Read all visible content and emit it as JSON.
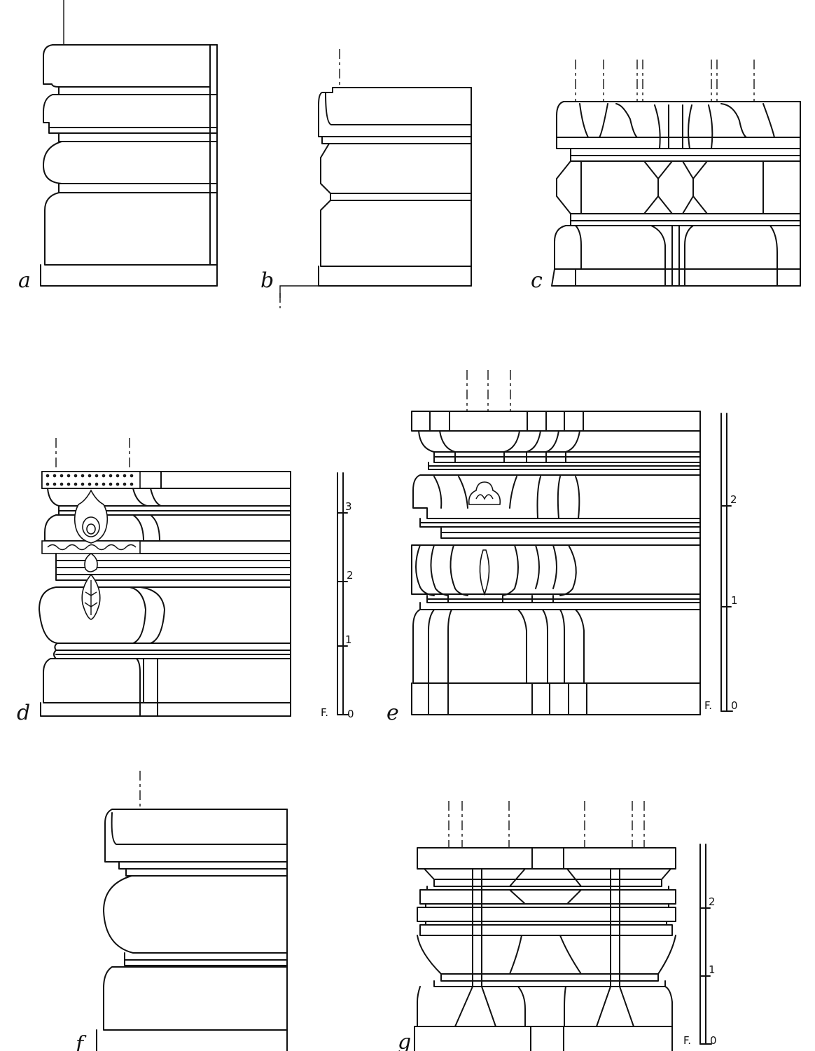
{
  "figures": [
    {
      "id": "a",
      "label": "a"
    },
    {
      "id": "b",
      "label": "b"
    },
    {
      "id": "c",
      "label": "c"
    },
    {
      "id": "d",
      "label": "d"
    },
    {
      "id": "e",
      "label": "e"
    },
    {
      "id": "f",
      "label": "f"
    },
    {
      "id": "g",
      "label": "g"
    }
  ],
  "scales": [
    {
      "id": "d",
      "prefix": "F.",
      "zero": "0",
      "ticks": [
        "1",
        "2",
        "3"
      ]
    },
    {
      "id": "e",
      "prefix": "F.",
      "zero": "0",
      "ticks": [
        "1",
        "2"
      ]
    },
    {
      "id": "g",
      "prefix": "F.",
      "zero": "0",
      "ticks": [
        "1",
        "2"
      ]
    }
  ]
}
